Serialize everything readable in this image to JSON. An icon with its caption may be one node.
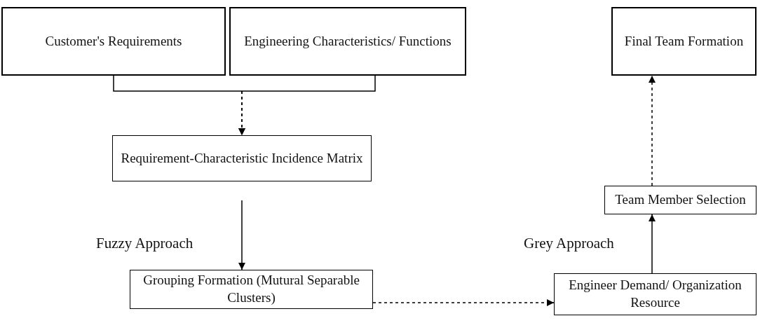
{
  "diagram": {
    "nodes": [
      {
        "text": [
          "Customer's Requirements"
        ]
      },
      {
        "text": [
          "Engineering Characteristics/ Functions"
        ]
      },
      {
        "text": [
          "Final Team Formation"
        ]
      },
      {
        "text": [
          "Requirement-Characteristic Incidence Matrix"
        ]
      },
      {
        "text": [
          "Team Member Selection"
        ]
      },
      {
        "text": [
          "Grouping Formation (Mutural Separable Clusters)"
        ]
      },
      {
        "text": [
          "Engineer Demand/ Organization Resource"
        ]
      }
    ],
    "edges": [
      {
        "from": 0,
        "to": 3,
        "arrow": "to",
        "style": "dashed"
      },
      {
        "from": 1,
        "to": 3,
        "arrow": "to",
        "style": "dashed"
      },
      {
        "from": 3,
        "to": 5,
        "arrow": "to",
        "label": "Fuzzy Approach"
      },
      {
        "from": 5,
        "to": 6,
        "arrow": "to",
        "style": "dashed"
      },
      {
        "from": 6,
        "to": 4,
        "arrow": "to",
        "label": "Grey Approach"
      },
      {
        "from": 4,
        "to": 2,
        "arrow": "to",
        "style": "dashed"
      }
    ]
  }
}
